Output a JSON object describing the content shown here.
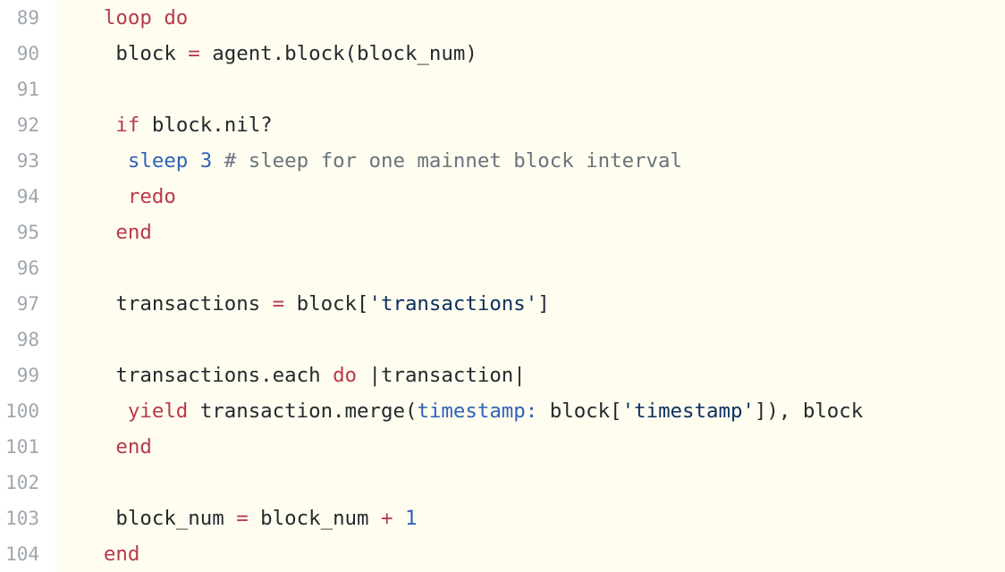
{
  "lines": [
    {
      "num": "89",
      "tokens": [
        {
          "t": "    "
        },
        {
          "t": "loop",
          "c": "kw"
        },
        {
          "t": " "
        },
        {
          "t": "do",
          "c": "kw"
        }
      ]
    },
    {
      "num": "90",
      "tokens": [
        {
          "t": "     block "
        },
        {
          "t": "=",
          "c": "op"
        },
        {
          "t": " agent.block(block_num)"
        }
      ]
    },
    {
      "num": "91",
      "tokens": []
    },
    {
      "num": "92",
      "tokens": [
        {
          "t": "     "
        },
        {
          "t": "if",
          "c": "kw"
        },
        {
          "t": " block.nil?"
        }
      ]
    },
    {
      "num": "93",
      "tokens": [
        {
          "t": "      "
        },
        {
          "t": "sleep",
          "c": "fn"
        },
        {
          "t": " "
        },
        {
          "t": "3",
          "c": "num"
        },
        {
          "t": " "
        },
        {
          "t": "# sleep for one mainnet block interval",
          "c": "cm"
        }
      ]
    },
    {
      "num": "94",
      "tokens": [
        {
          "t": "      "
        },
        {
          "t": "redo",
          "c": "kw"
        }
      ]
    },
    {
      "num": "95",
      "tokens": [
        {
          "t": "     "
        },
        {
          "t": "end",
          "c": "kw"
        }
      ]
    },
    {
      "num": "96",
      "tokens": []
    },
    {
      "num": "97",
      "tokens": [
        {
          "t": "     transactions "
        },
        {
          "t": "=",
          "c": "op"
        },
        {
          "t": " block["
        },
        {
          "t": "'transactions'",
          "c": "str"
        },
        {
          "t": "]"
        }
      ]
    },
    {
      "num": "98",
      "tokens": []
    },
    {
      "num": "99",
      "tokens": [
        {
          "t": "     transactions.each "
        },
        {
          "t": "do",
          "c": "kw"
        },
        {
          "t": " |transaction|"
        }
      ]
    },
    {
      "num": "100",
      "tokens": [
        {
          "t": "      "
        },
        {
          "t": "yield",
          "c": "kw"
        },
        {
          "t": " transaction.merge("
        },
        {
          "t": "timestamp:",
          "c": "sym"
        },
        {
          "t": " block["
        },
        {
          "t": "'timestamp'",
          "c": "str"
        },
        {
          "t": "]), block"
        }
      ]
    },
    {
      "num": "101",
      "tokens": [
        {
          "t": "     "
        },
        {
          "t": "end",
          "c": "kw"
        }
      ]
    },
    {
      "num": "102",
      "tokens": []
    },
    {
      "num": "103",
      "tokens": [
        {
          "t": "     block_num "
        },
        {
          "t": "=",
          "c": "op"
        },
        {
          "t": " block_num "
        },
        {
          "t": "+",
          "c": "op"
        },
        {
          "t": " "
        },
        {
          "t": "1",
          "c": "num"
        }
      ]
    },
    {
      "num": "104",
      "tokens": [
        {
          "t": "    "
        },
        {
          "t": "end",
          "c": "kw"
        }
      ]
    }
  ]
}
